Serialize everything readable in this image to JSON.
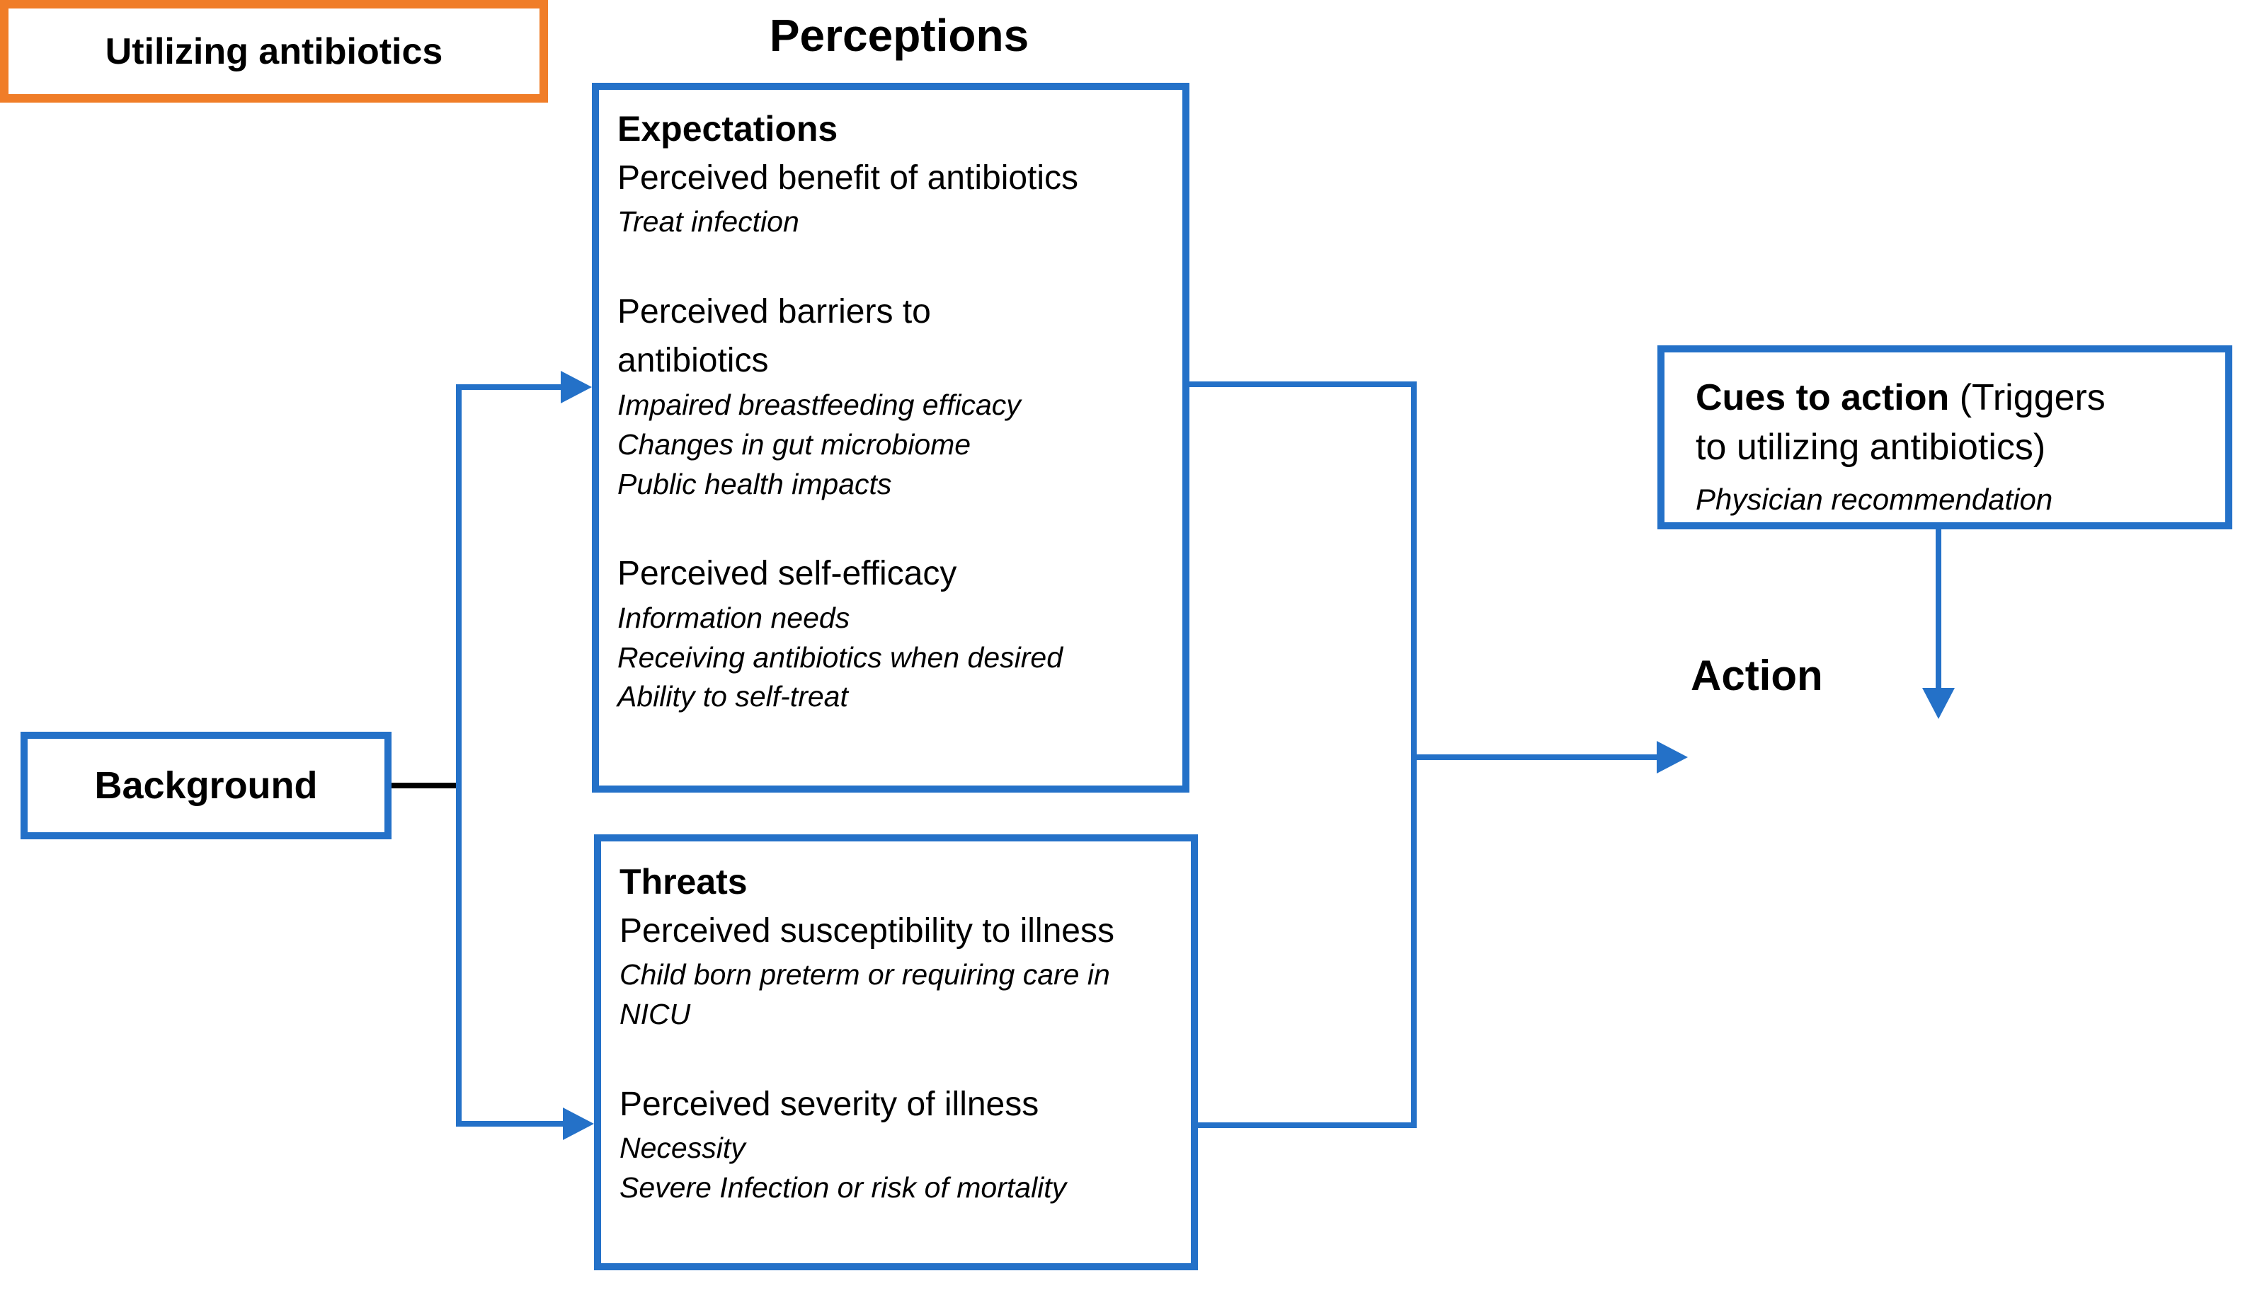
{
  "theme": {
    "accent-blue": "#2471C8",
    "accent-orange": "#F07D28",
    "text-color": "#000000",
    "background": "#FFFFFF"
  },
  "diagram": {
    "title": "Perceptions",
    "background_box": {
      "label": "Background"
    },
    "expectations_box": {
      "heading": "Expectations",
      "sections": [
        {
          "title": "Perceived benefit of antibiotics",
          "items": [
            "Treat infection"
          ]
        },
        {
          "title": "Perceived barriers to antibiotics",
          "items": [
            "Impaired breastfeeding efficacy",
            "Changes in gut microbiome",
            "Public health impacts"
          ]
        },
        {
          "title": "Perceived self-efficacy",
          "items": [
            "Information needs",
            "Receiving antibiotics when desired",
            "Ability to self-treat"
          ]
        }
      ]
    },
    "threats_box": {
      "heading": "Threats",
      "sections": [
        {
          "title": "Perceived susceptibility to illness",
          "items": [
            "Child born preterm or requiring care in NICU"
          ]
        },
        {
          "title": "Perceived severity of illness",
          "items": [
            "Necessity",
            "Severe Infection or risk of  mortality"
          ]
        }
      ]
    },
    "cues_box": {
      "heading_bold": "Cues to action",
      "heading_suffix_line1": " (Triggers",
      "heading_line2": "to utilizing antibiotics)",
      "item": "Physician recommendation"
    },
    "action_label": "Action",
    "action_box": {
      "label": "Utilizing antibiotics"
    }
  }
}
